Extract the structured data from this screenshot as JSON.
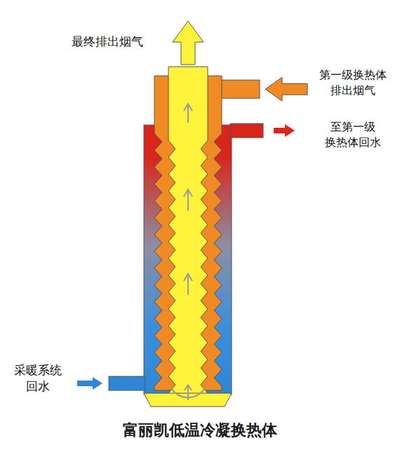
{
  "diagram": {
    "caption": "富丽凯低温冷凝换热体",
    "labels": [
      "最终排出烟气",
      "第一级换热体 排出烟气",
      "至第一级 换热体回水",
      "采暖系统 回水"
    ]
  }
}
